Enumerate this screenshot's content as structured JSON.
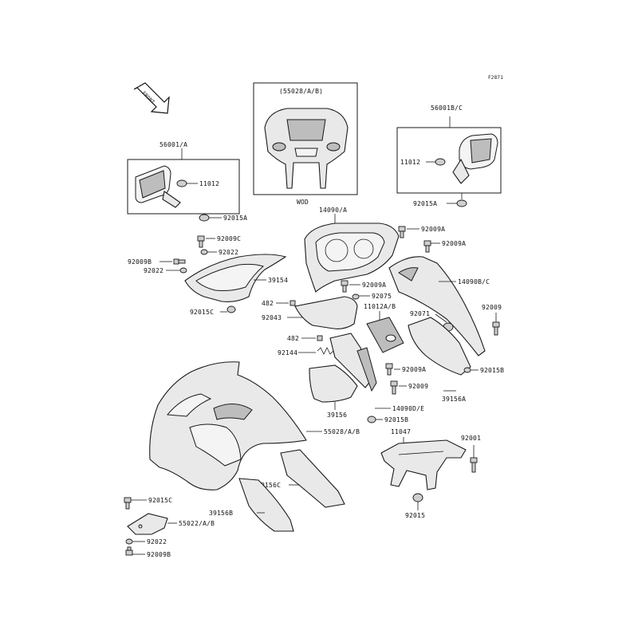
{
  "figure_code": "F2871",
  "front_label": "FRONT",
  "variant_label": "WOD",
  "labels": {
    "p56001A": "56001/A",
    "p11012_left": "11012",
    "p92015A_left": "92015A",
    "p55028AB_inset": "(55028/A/B)",
    "p56001BC": "56001B/C",
    "p11012_right": "11012",
    "p92015A_right": "92015A",
    "p14090A": "14090/A",
    "p92009A_1": "92009A",
    "p92009A_2": "92009A",
    "p92009C": "92009C",
    "p92022_a": "92022",
    "p92009B_a": "92009B",
    "p92022_b": "92022",
    "p39154": "39154",
    "p92015C_a": "92015C",
    "p14090BC": "14090B/C",
    "p92009A_3": "92009A",
    "p92075": "92075",
    "p482_a": "482",
    "p11012AB": "11012A/B",
    "p92043": "92043",
    "p92071": "92071",
    "p92009_a": "92009",
    "p482_b": "482",
    "p92144": "92144",
    "p92009A_4": "92009A",
    "p92015B_a": "92015B",
    "p92009_b": "92009",
    "p39156A": "39156A",
    "p39156": "39156",
    "p14090DE": "14090D/E",
    "p92015B_b": "92015B",
    "p55028AB": "55028/A/B",
    "p11047": "11047",
    "p92001": "92001",
    "p39156C": "39156C",
    "p39156B": "39156B",
    "p92015": "92015",
    "p92015C_b": "92015C",
    "p55022AB": "55022/A/B",
    "p92022_c": "92022",
    "p92009B_b": "92009B"
  }
}
